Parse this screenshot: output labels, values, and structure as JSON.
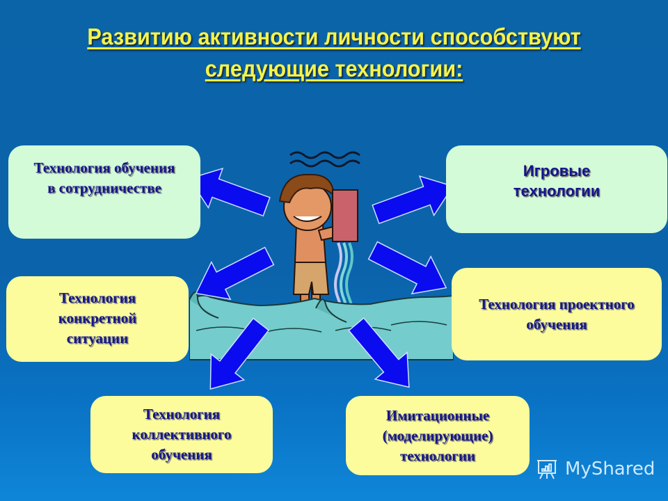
{
  "slide": {
    "title_line1": "Развитию активности личности способствуют",
    "title_line2": "следующие технологии:",
    "colors": {
      "background": "#0b63a8",
      "title": "#f4f34a",
      "box_text": "#14168a",
      "box_green": "#d3fbd8",
      "box_yellow": "#fcfc9c",
      "arrow": "#0b0bf0"
    }
  },
  "boxes": {
    "coop": {
      "line1": "Технология обучения",
      "line2": "в сотрудничестве"
    },
    "game": {
      "line1": "Игровые",
      "line2": "технологии"
    },
    "case": {
      "line1": "Технология",
      "line2": "конкретной",
      "line3": "ситуации"
    },
    "project": {
      "line1": "Технология проектного",
      "line2": "обучения"
    },
    "collective": {
      "line1": "Технология",
      "line2": "коллективного",
      "line3": "обучения"
    },
    "imitation": {
      "line1": "Имитационные",
      "line2": "(моделирующие)",
      "line3": "технологии"
    }
  },
  "illustration": {
    "description": "cartoon boy on rock in sea pouring water from a jug"
  },
  "watermark": {
    "text": "MyShared",
    "icon": "presentation-board-icon"
  }
}
